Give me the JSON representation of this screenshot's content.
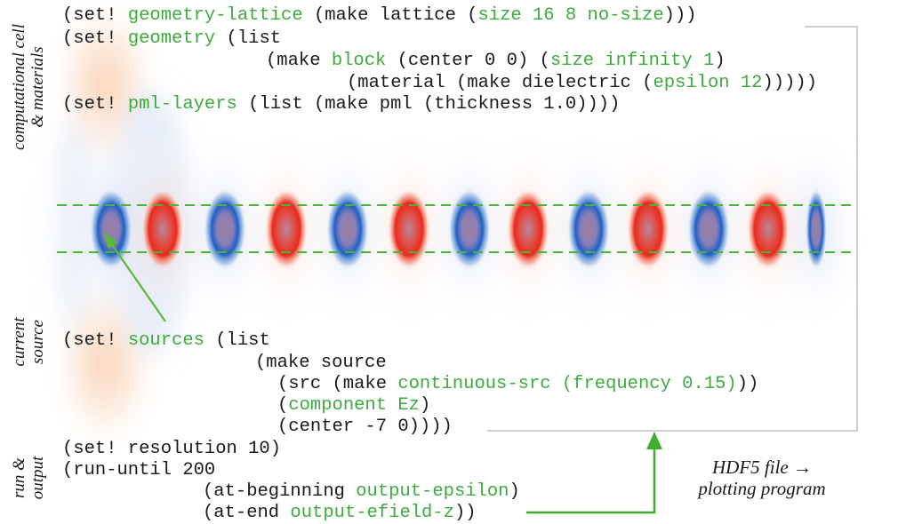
{
  "code": {
    "line1": {
      "a": "(set! ",
      "b": "geometry-lattice",
      "c": " (make lattice (",
      "d": "size 16 8 no-size",
      "e": ")))"
    },
    "line2": {
      "a": "(set! ",
      "b": "geometry",
      "c": " (list"
    },
    "line3": {
      "a": "(make ",
      "b": "block",
      "c": " (center 0 0) (",
      "d": "size infinity 1",
      "e": ")"
    },
    "line4": {
      "a": "(material (make dielectric (",
      "b": "epsilon 12",
      "c": ")))))"
    },
    "line5": {
      "a": "(set! ",
      "b": "pml-layers",
      "c": " (list (make pml (thickness 1.0))))"
    },
    "line6": {
      "a": "(set! ",
      "b": "sources",
      "c": " (list"
    },
    "line7": {
      "a": "(make source"
    },
    "line8": {
      "a": "(src (make ",
      "b": "continuous-src (frequency 0.15)",
      "c": "))"
    },
    "line9": {
      "a": "(",
      "b": "component Ez",
      "c": ")"
    },
    "line10": {
      "a": "(center -7 0))))"
    },
    "line11": {
      "a": "(set! resolution 10)"
    },
    "line12": {
      "a": "(run-until 200"
    },
    "line13": {
      "a": "(at-beginning ",
      "b": "output-epsilon",
      "c": ")"
    },
    "line14": {
      "a": "(at-end ",
      "b": "output-efield-z",
      "c": "))"
    }
  },
  "side_labels": {
    "geometry": [
      "computational cell",
      "& materials"
    ],
    "source": [
      "current",
      "source"
    ],
    "run": [
      "run &",
      "output"
    ]
  },
  "hdf5_label": [
    "HDF5 file →",
    "plotting program"
  ],
  "colors": {
    "keyword": "#3dab3d",
    "text": "#1a1a1a",
    "field_positive": "#e8241c",
    "field_negative": "#1f63c2",
    "waveguide_lines": "#4bb33a",
    "arrow": "#5cb83a",
    "cell_border": "#c8c8c8"
  }
}
